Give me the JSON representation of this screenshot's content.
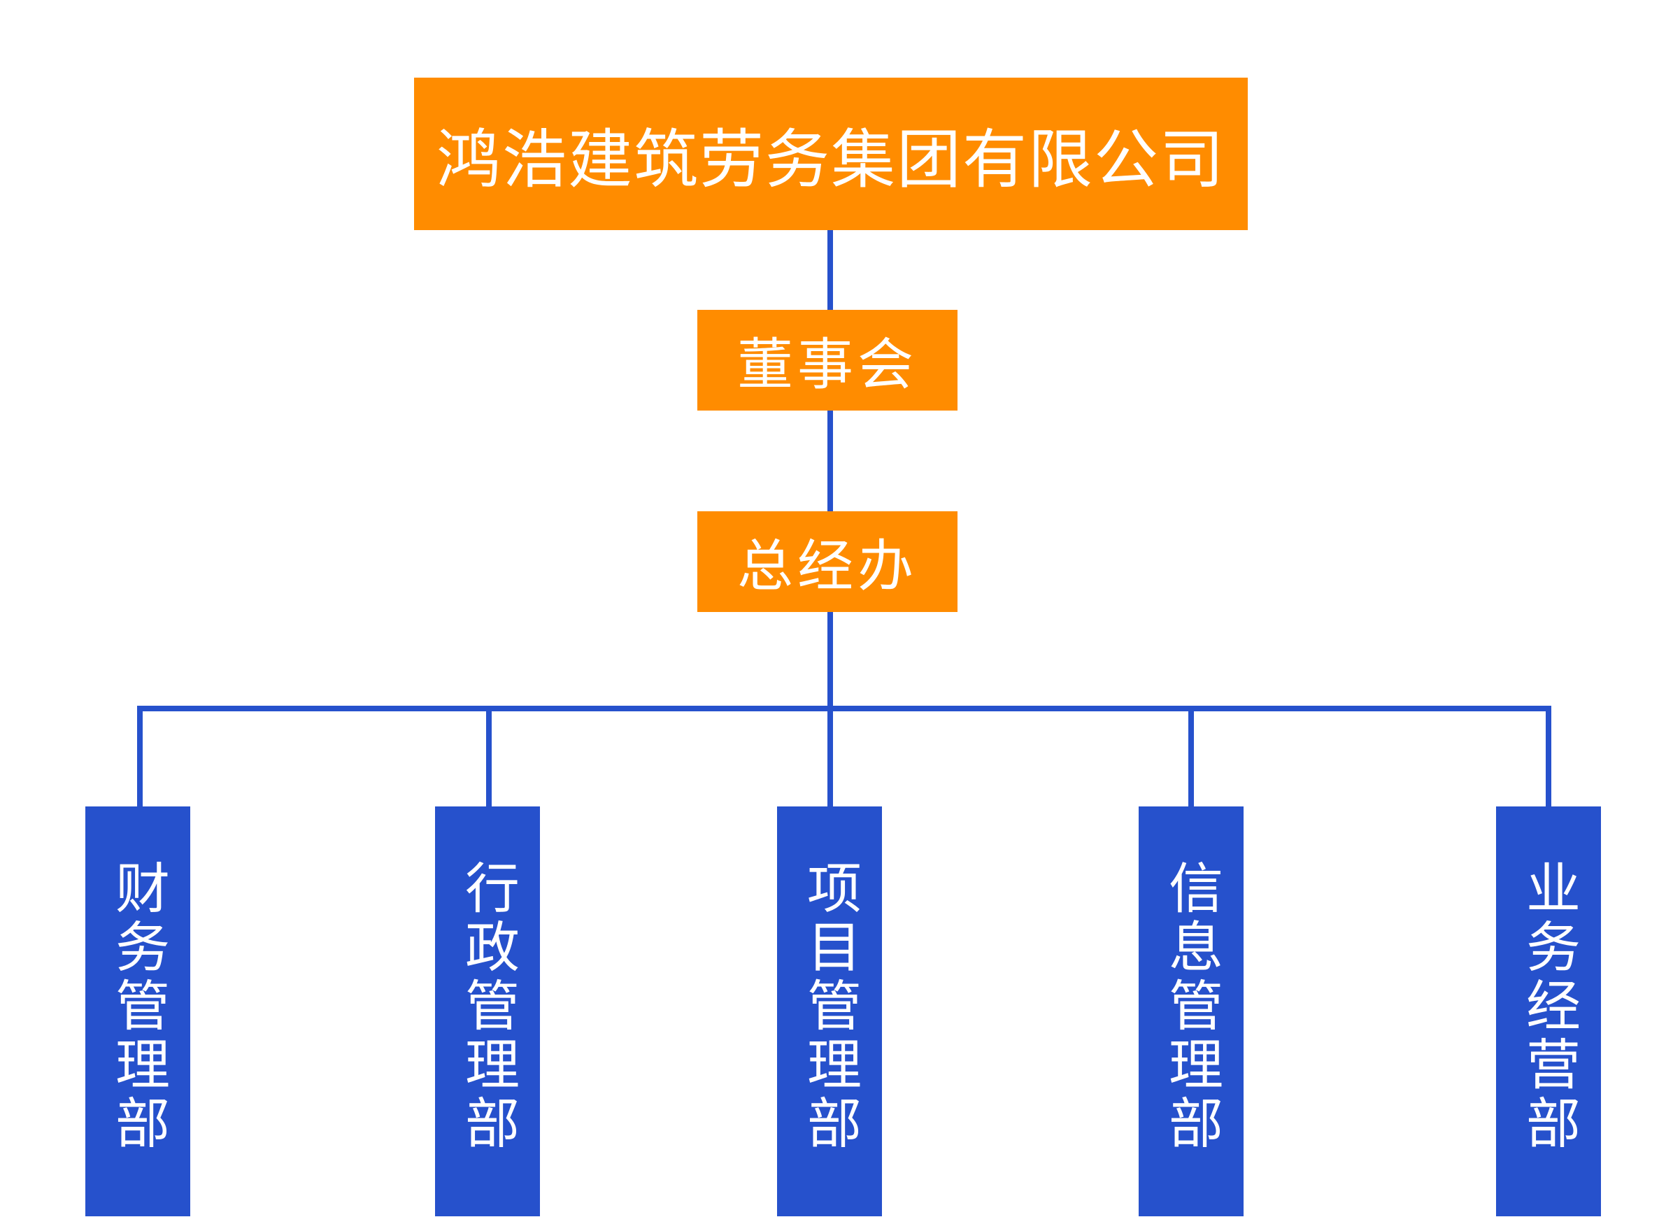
{
  "colors": {
    "orange_box": "#ff8c00",
    "blue_box": "#2651cc",
    "connector": "#2651cc",
    "text": "#ffffff"
  },
  "org": {
    "company": "鸿浩建筑劳务集团有限公司",
    "board": "董事会",
    "general_office": "总经办",
    "departments": [
      "财务管理部",
      "行政管理部",
      "项目管理部",
      "信息管理部",
      "业务经营部"
    ]
  }
}
